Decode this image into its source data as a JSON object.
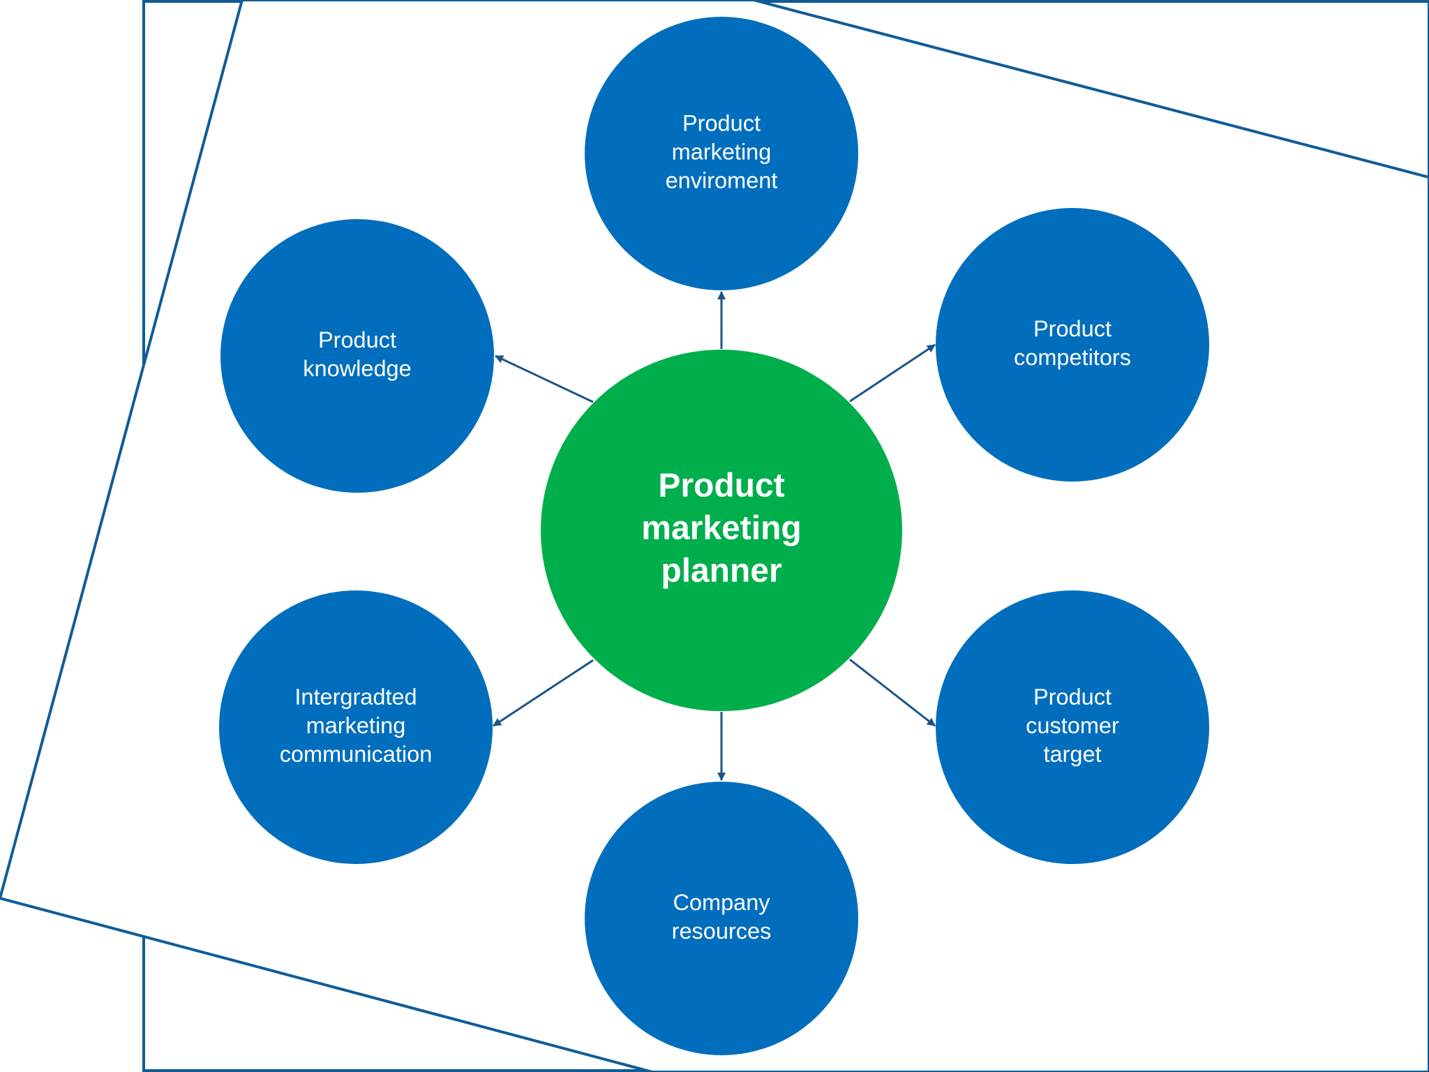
{
  "colors": {
    "frame": "#0F5C97",
    "node": "#006EBD",
    "center": "#00AE4C",
    "arrow": "#1B5485",
    "label": "#FFFFFF"
  },
  "center": {
    "lines": [
      "Product",
      "marketing",
      "planner"
    ]
  },
  "nodes": [
    {
      "id": "environment",
      "lines": [
        "Product",
        "marketing",
        "enviroment"
      ]
    },
    {
      "id": "competitors",
      "lines": [
        "Product",
        "competitors"
      ]
    },
    {
      "id": "customer-target",
      "lines": [
        "Product",
        "customer",
        "target"
      ]
    },
    {
      "id": "company-resources",
      "lines": [
        "Company",
        "resources"
      ]
    },
    {
      "id": "integrated-communication",
      "lines": [
        "Intergradted",
        "marketing",
        "communication"
      ]
    },
    {
      "id": "knowledge",
      "lines": [
        "Product",
        "knowledge"
      ]
    }
  ]
}
